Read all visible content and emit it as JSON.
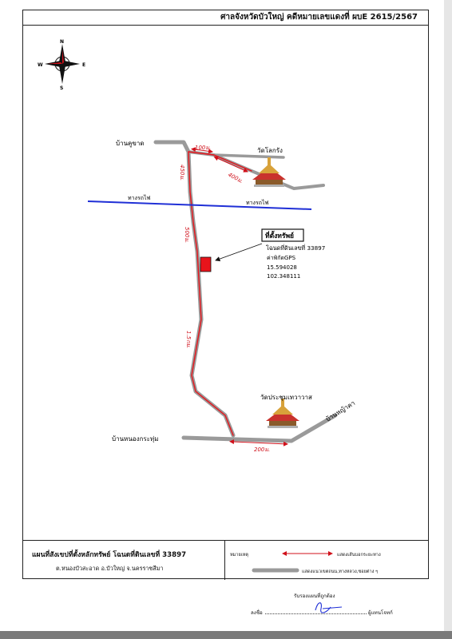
{
  "header": {
    "title": "ศาลจังหวัดบัวใหญ่ คดีหมายเลขแดงที่ ผบE 2615/2567"
  },
  "compass": {
    "n": "N",
    "s": "S",
    "e": "E",
    "w": "W"
  },
  "places": {
    "ban_khu_chat": "บ้านคูขาด",
    "wat_lok_rang": "วัดโลกรัง",
    "railway_left": "ทางรถไฟ",
    "railway_right": "ทางรถไฟ",
    "wat_prachum": "วัดประชุมเทวาวาส",
    "ban_nong_krathum": "บ้านหนองกระทุ่ม",
    "ban_nong_kha": "บ้านหญ้าคา"
  },
  "distances": {
    "d100": "100ม.",
    "d400": "400ม.",
    "d450": "450ม.",
    "d500": "500ม.",
    "d1_5km": "1.5กม.",
    "d200": "200ม."
  },
  "property": {
    "heading": "ที่ตั้งทรัพย์",
    "deed": "โฉนดที่ดินเลขที่ 33897",
    "gps_label": "ค่าพิกัดGPS",
    "lat": "15.594028",
    "lon": "102.348111",
    "marker_color": "#e8141b"
  },
  "legend": {
    "title": "แผนที่สังเขปที่ตั้งหลักทรัพย์ โฉนดที่ดินเลขที่ 33897",
    "subtitle": "ต.หนองบัวสะอาด  อ.บัวใหญ่  จ.นครราชสีมา",
    "note_label": "หมายเหตุ",
    "arrow_desc": "แสดงเส้นบอกระยะทาง",
    "road_desc": "แสดงแนวเขตถนน,ทางหลวง,ซอยต่าง ๆ"
  },
  "signature": {
    "certify": "รับรองแผนที่ถูกต้อง",
    "sign_label": "ลงชื่อ",
    "role": "ผู้แทนโจทก์"
  },
  "colors": {
    "road": "#9a9a9a",
    "route": "#e8141b",
    "railway": "#1f2fd6",
    "distance": "#d0101a"
  }
}
